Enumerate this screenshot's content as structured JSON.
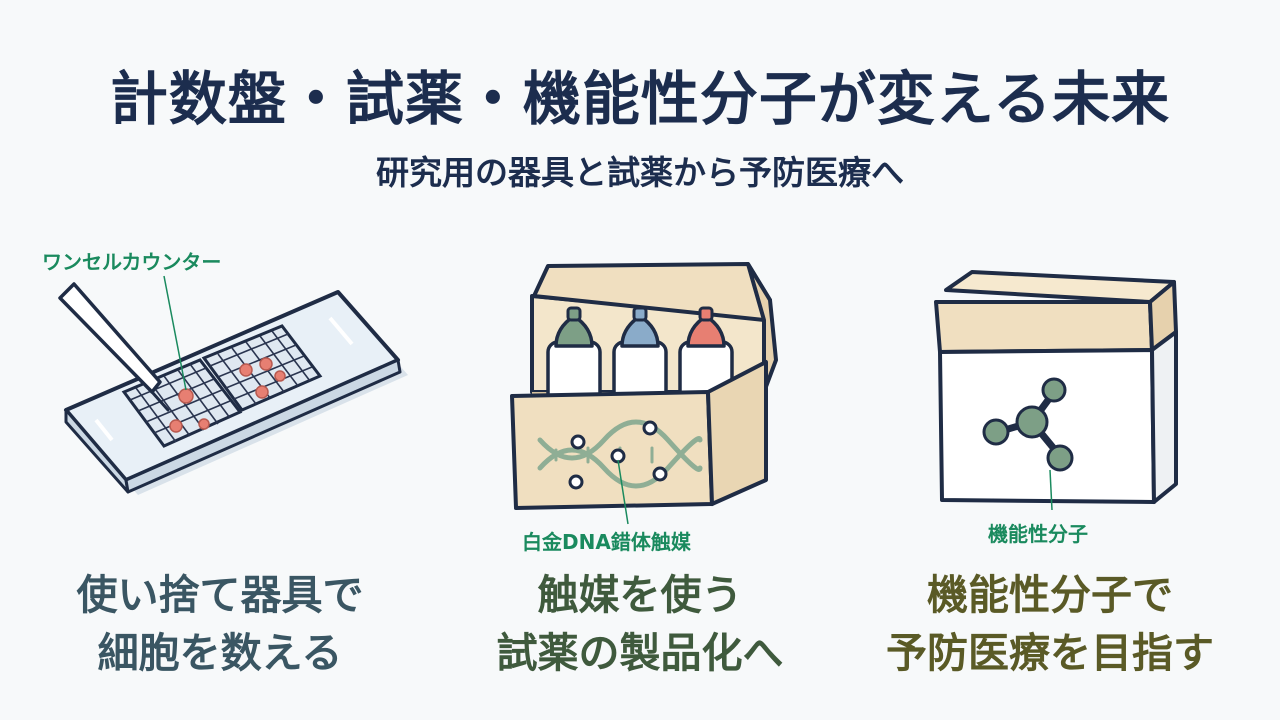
{
  "title": "計数盤・試薬・機能性分子が変える未来",
  "subtitle": "研究用の器具と試薬から予防医療へ",
  "colors": {
    "navy": "#1c2d4e",
    "callout_green": "#1a8a5e",
    "caption_slate": "#3a5663",
    "caption_green": "#3f5a3d",
    "caption_olive": "#5a5a26",
    "outline": "#1f2c45",
    "cream": "#f0dfc0",
    "cell_red": "#e77f72",
    "sage": "#7d9f86",
    "sky": "#8aabc9"
  },
  "sections": [
    {
      "illustration": "counting-slide",
      "callout": "ワンセルカウンター",
      "caption_lines": [
        "使い捨て器具で",
        "細胞を数える"
      ]
    },
    {
      "illustration": "reagent-box",
      "callout": "白金DNA錯体触媒",
      "caption_lines": [
        "触媒を使う",
        "試薬の製品化へ"
      ]
    },
    {
      "illustration": "molecule-box",
      "callout": "機能性分子",
      "caption_lines": [
        "機能性分子で",
        "予防医療を目指す"
      ]
    }
  ]
}
